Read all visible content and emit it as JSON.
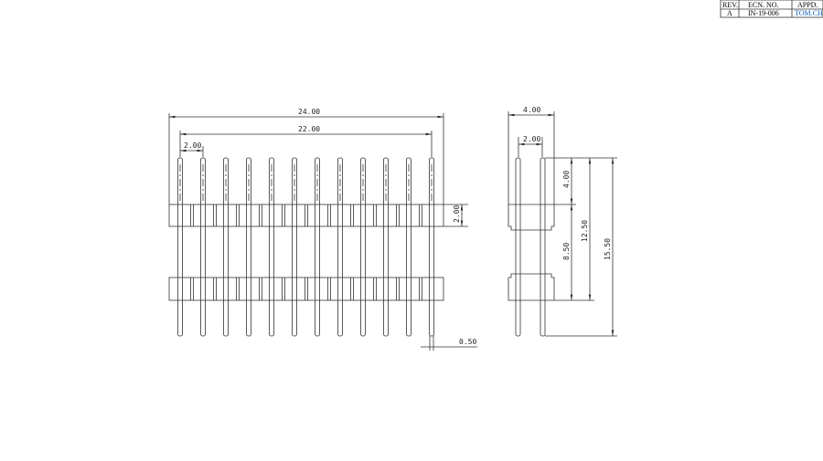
{
  "revision_table": {
    "headers": [
      "REV.",
      "ECN. NO.",
      "APPD."
    ],
    "row": [
      "A",
      "IN-19-006",
      "TOM.CHE"
    ]
  },
  "front_view": {
    "pin_count": 12,
    "dims": {
      "overall": "24.00",
      "pin_span": "22.00",
      "pitch": "2.00",
      "housing_height": "2.00",
      "pin_width": "0.50"
    }
  },
  "side_view": {
    "dims": {
      "width": "4.00",
      "pitch": "2.00",
      "top_pin": "4.00",
      "between_housings": "8.50",
      "to_bottom_housing": "12.50",
      "total_length": "15.50"
    }
  }
}
